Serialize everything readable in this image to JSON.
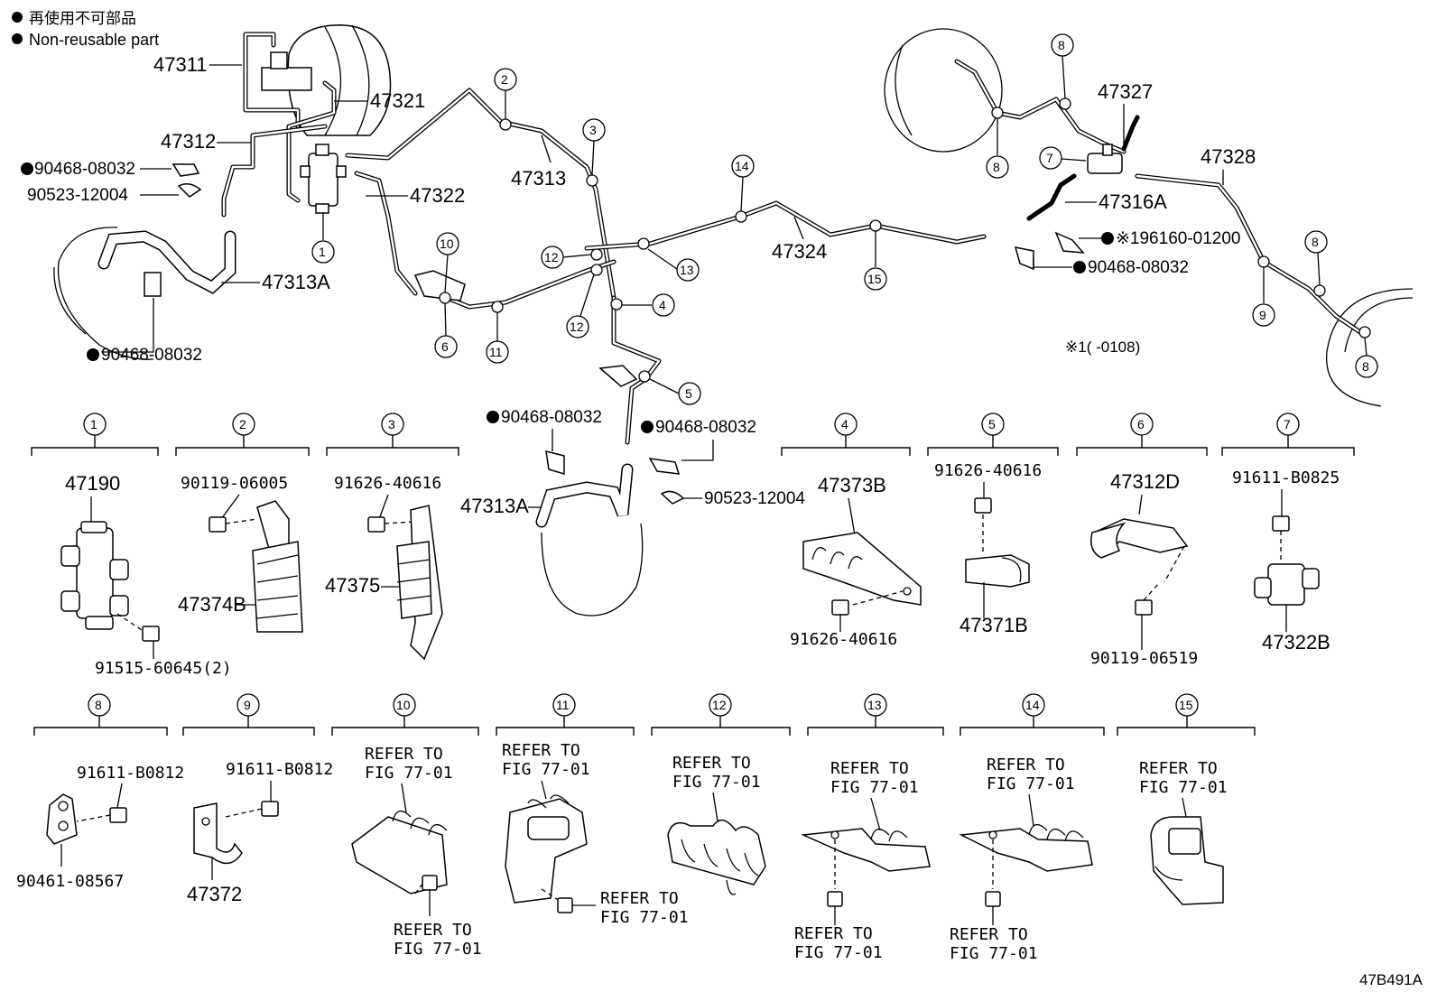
{
  "legend": {
    "line1": "再使用不可部品",
    "line2": "Non-reusable part"
  },
  "overview": {
    "p47311": "47311",
    "p47321": "47321",
    "p47312": "47312",
    "p90468a": "90468-08032",
    "p90523a": "90523-12004",
    "p47313A_top": "47313A",
    "p90468b": "90468-08032",
    "p47322": "47322",
    "p47313": "47313",
    "p47324": "47324",
    "p47327": "47327",
    "p47328": "47328",
    "p47316A": "47316A",
    "p196160": "※196160-01200",
    "p90468c": "90468-08032",
    "note1": "※1(     -0108)",
    "p90468d": "90468-08032",
    "p90468e": "90468-08032",
    "p47313A_mid": "47313A",
    "p90523b": "90523-12004"
  },
  "callouts": [
    "1",
    "2",
    "3",
    "4",
    "5",
    "6",
    "7",
    "8",
    "9",
    "10",
    "11",
    "12",
    "13",
    "14",
    "15"
  ],
  "details": {
    "d1": {
      "a": "47190",
      "b": "91515-60645(2)"
    },
    "d2": {
      "a": "90119-06005",
      "b": "47374B"
    },
    "d3": {
      "a": "91626-40616",
      "b": "47375"
    },
    "d4": {
      "a": "47373B",
      "b": "91626-40616"
    },
    "d5": {
      "a": "91626-40616",
      "b": "47371B"
    },
    "d6": {
      "a": "47312D",
      "b": "90119-06519"
    },
    "d7": {
      "a": "91611-B0825",
      "b": "47322B"
    },
    "d8": {
      "a": "91611-B0812",
      "b": "90461-08567"
    },
    "d9": {
      "a": "91611-B0812",
      "b": "47372"
    },
    "refer1": "REFER TO",
    "refer2": "FIG 77-01"
  },
  "diagram_code": "47B491A"
}
